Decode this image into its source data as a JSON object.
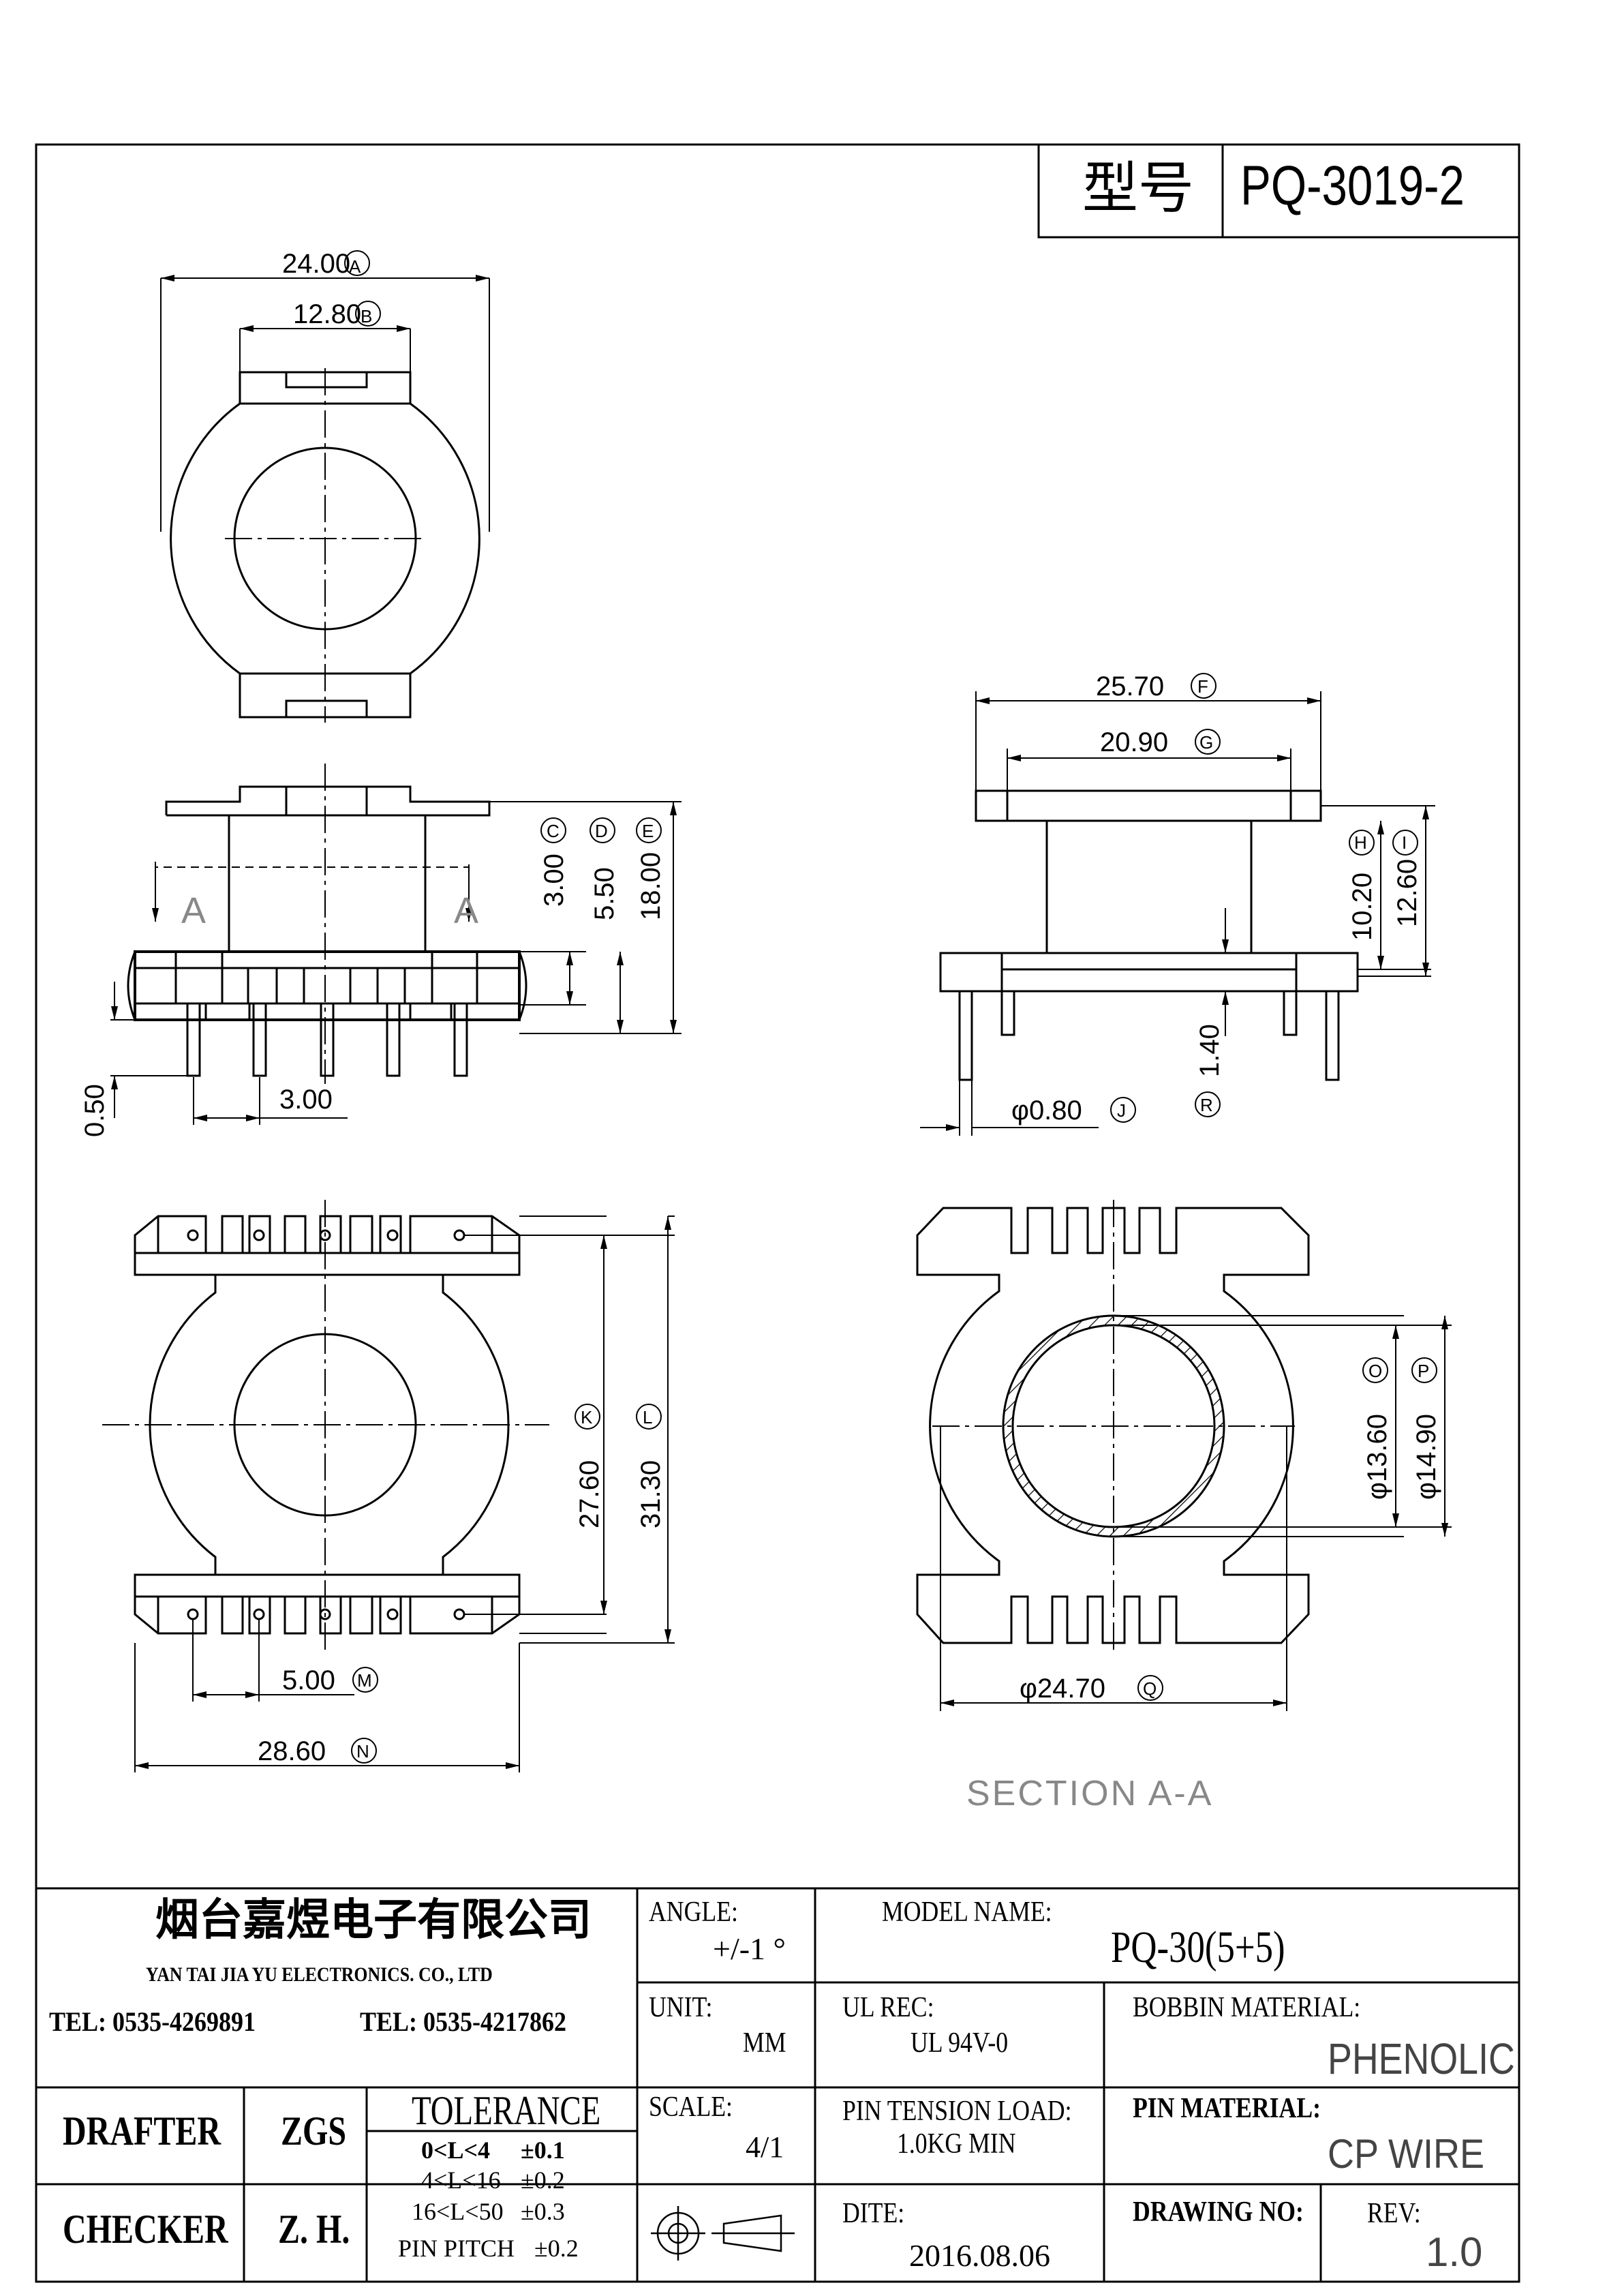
{
  "header": {
    "type_label": "型号",
    "part_number": "PQ-3019-2"
  },
  "dimensions": {
    "A": {
      "value": "24.00",
      "letter": "A"
    },
    "B": {
      "value": "12.80",
      "letter": "B"
    },
    "C": {
      "value": "3.00",
      "letter": "C"
    },
    "D": {
      "value": "5.50",
      "letter": "D"
    },
    "E": {
      "value": "18.00",
      "letter": "E"
    },
    "F": {
      "value": "25.70",
      "letter": "F"
    },
    "G": {
      "value": "20.90",
      "letter": "G"
    },
    "H": {
      "value": "10.20",
      "letter": "H"
    },
    "I": {
      "value": "12.60",
      "letter": "I"
    },
    "J": {
      "value": "φ0.80",
      "letter": "J"
    },
    "K": {
      "value": "27.60",
      "letter": "K"
    },
    "L": {
      "value": "31.30",
      "letter": "L"
    },
    "M": {
      "value": "5.00",
      "letter": "M"
    },
    "N": {
      "value": "28.60",
      "letter": "N"
    },
    "O": {
      "value": "φ13.60",
      "letter": "O"
    },
    "P": {
      "value": "φ14.90",
      "letter": "P"
    },
    "Q": {
      "value": "φ24.70",
      "letter": "Q"
    },
    "R": {
      "value": "1.40",
      "letter": "R"
    },
    "pin_gap": "0.50",
    "pin_pitch": "3.00"
  },
  "section": {
    "marker": "A",
    "title": "SECTION A-A"
  },
  "title_block": {
    "company_cn": "烟台嘉煜电子有限公司",
    "company_en": "YAN TAI JIA YU ELECTRONICS. CO., LTD",
    "tel1": "TEL: 0535-4269891",
    "tel2": "TEL: 0535-4217862",
    "angle_label": "ANGLE:",
    "angle_value": "+/-1 °",
    "model_label": "MODEL NAME:",
    "model_value": "PQ-30(5+5)",
    "unit_label": "UNIT:",
    "unit_value": "MM",
    "ul_label": "UL REC:",
    "ul_value": "UL 94V-0",
    "bobbin_label": "BOBBIN MATERIAL:",
    "bobbin_value": "PHENOLIC",
    "drafter_label": "DRAFTER",
    "drafter_value": "ZGS",
    "tolerance_label": "TOLERANCE",
    "tol_rows": [
      {
        "range": "0<L<4",
        "tol": "±0.1"
      },
      {
        "range": "4<L<16",
        "tol": "±0.2"
      },
      {
        "range": "16<L<50",
        "tol": "±0.3"
      }
    ],
    "pin_pitch_label": "PIN PITCH",
    "pin_pitch_tol": "±0.2",
    "scale_label": "SCALE:",
    "scale_value": "4/1",
    "pin_tension_label": "PIN TENSION LOAD:",
    "pin_tension_value": "1.0KG MIN",
    "pin_material_label": "PIN MATERIAL:",
    "pin_material_value": "CP WIRE",
    "checker_label": "CHECKER",
    "checker_value": "Z. H.",
    "date_label": "DITE:",
    "date_value": "2016.08.06",
    "drawing_no_label": "DRAWING NO:",
    "rev_label": "REV:",
    "rev_value": "1.0"
  }
}
